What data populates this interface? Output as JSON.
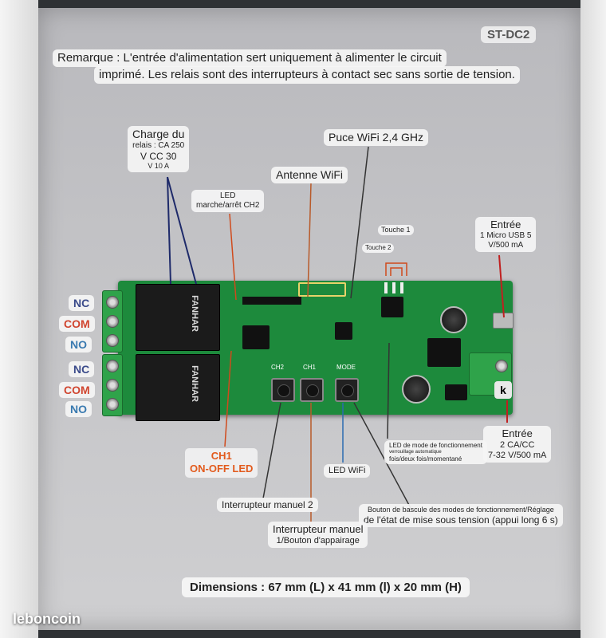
{
  "model": "ST-DC2",
  "remark": {
    "line1": "Remarque : L'entrée d'alimentation sert uniquement à alimenter le circuit",
    "line2": "imprimé. Les relais sont des interrupteurs à contact sec sans sortie de tension."
  },
  "labels": {
    "relay_load_title": "Charge du",
    "relay_load_l2": "relais : CA 250",
    "relay_load_l3": "V CC 30",
    "relay_load_l4": "V 10 A",
    "wifi_chip": "Puce WiFi 2,4 GHz",
    "antenna": "Antenne WiFi",
    "led_ch2_l1": "LED",
    "led_ch2_l2": "marche/arrêt CH2",
    "touch1": "Touche 1",
    "touch2": "Touche 2",
    "input_usb_title": "Entrée",
    "input_usb_l2": "1 Micro USB 5",
    "input_usb_l3": "V/500 mA",
    "input_dc_title": "Entrée",
    "input_dc_l2": "2 CA/CC",
    "input_dc_l3": "7-32 V/500 mA",
    "ch1_l1": "CH1",
    "ch1_l2": "ON-OFF LED",
    "mode_led_l1": "LED de mode de fonctionnement",
    "mode_led_l2": "verrouillage automatique",
    "mode_led_l3": "fois/deux fois/momentané",
    "led_wifi": "LED WiFi",
    "manual_switch2": "Interrupteur manuel 2",
    "manual_switch1_l1": "Interrupteur manuel",
    "manual_switch1_l2": "1/Bouton d'appairage",
    "mode_button_l1": "Bouton de bascule des modes de fonctionnement/Réglage",
    "mode_button_l2": "de l'état de mise sous tension (appui long 6 s)",
    "terminal_k": "k"
  },
  "terminals_top": [
    "NC",
    "COM",
    "NO"
  ],
  "terminals_bottom": [
    "NC",
    "COM",
    "NO"
  ],
  "relay_brand": "FANHAR",
  "button_marks": [
    "CH2",
    "CH1",
    "MODE"
  ],
  "dimensions": "Dimensions : 67 mm (L) x 41 mm (l) x 20 mm (H)",
  "watermark": "leboncoin",
  "colors": {
    "board": "#1d8a3c",
    "nc": "#3a4a8a",
    "com": "#d0452f",
    "no": "#3a7ab0",
    "ch1": "#e25a1c"
  }
}
